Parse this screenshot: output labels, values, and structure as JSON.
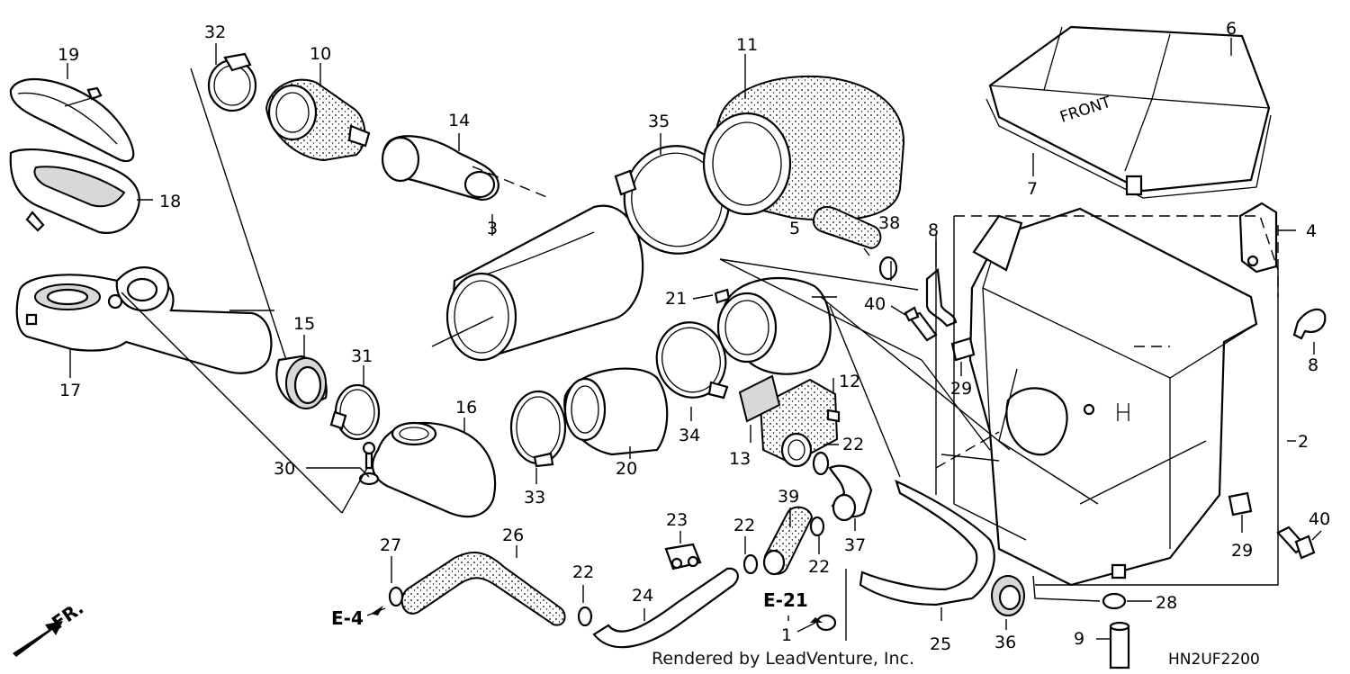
{
  "diagram_title": "",
  "direction_label": "FR.",
  "cover_embossed_text": "FRONT",
  "footer": {
    "credit": "Rendered by LeadVenture, Inc.",
    "code": "HN2UF2200"
  },
  "refs": {
    "e4": "E-4",
    "e21": "E-21"
  },
  "callouts": {
    "c1": "1",
    "c2": "2",
    "c3": "3",
    "c4": "4",
    "c5": "5",
    "c6": "6",
    "c7": "7",
    "c8a": "8",
    "c8b": "8",
    "c9": "9",
    "c10": "10",
    "c11": "11",
    "c12": "12",
    "c13": "13",
    "c14": "14",
    "c15": "15",
    "c16": "16",
    "c17": "17",
    "c18": "18",
    "c19": "19",
    "c20": "20",
    "c21": "21",
    "c22a": "22",
    "c22b": "22",
    "c22c": "22",
    "c22d": "22",
    "c23": "23",
    "c24": "24",
    "c25": "25",
    "c26": "26",
    "c27": "27",
    "c28": "28",
    "c29a": "29",
    "c29b": "29",
    "c30": "30",
    "c31": "31",
    "c32": "32",
    "c33": "33",
    "c34": "34",
    "c35": "35",
    "c36": "36",
    "c37": "37",
    "c38": "38",
    "c39": "39",
    "c40a": "40",
    "c40b": "40"
  },
  "colors": {
    "line": "#000000",
    "background": "#ffffff",
    "shade": "#d8d8d8"
  }
}
